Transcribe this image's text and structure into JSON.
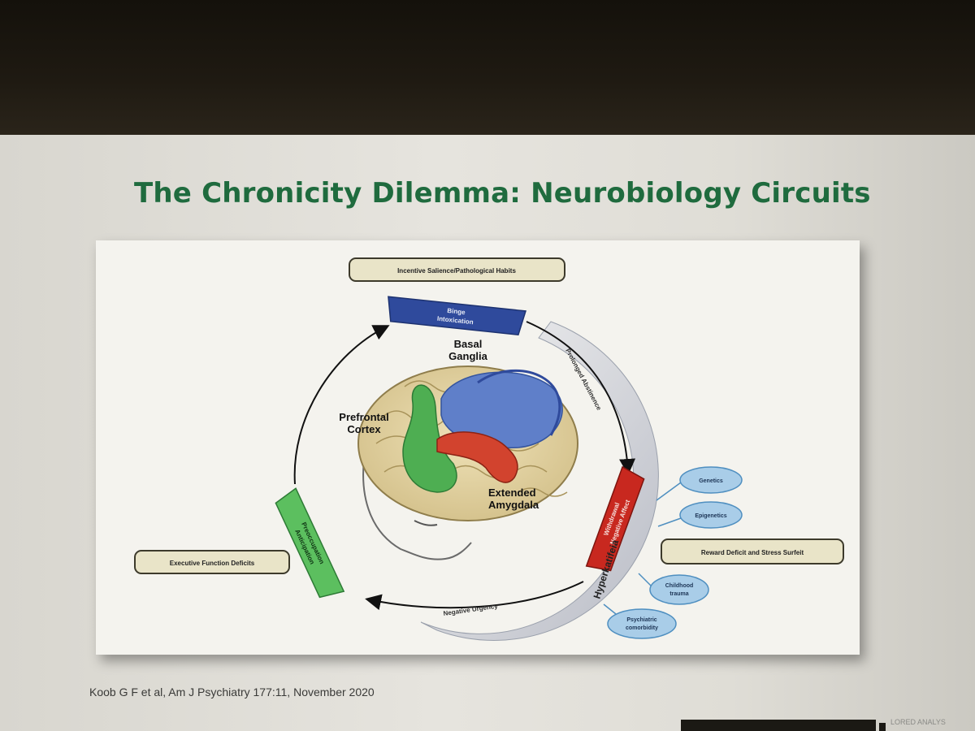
{
  "slide": {
    "title": "The Chronicity Dilemma: Neurobiology Circuits",
    "citation": "Koob G F et al, Am J Psychiatry 177:11, November 2020"
  },
  "diagram": {
    "top_box": "Incentive Salience/Pathological Habits",
    "left_box": "Executive Function Deficits",
    "right_box": "Reward Deficit and Stress Surfeit",
    "stage_top": {
      "line1": "Binge",
      "line2": "Intoxication"
    },
    "stage_right": {
      "line1": "Withdrawal",
      "line2": "Negative Affect"
    },
    "stage_left": {
      "line1": "Preoccupation",
      "line2": "Anticipation"
    },
    "arrow_right_label": "Prolonged Abstinence",
    "arrow_bottom_label": "Negative Urgency",
    "hyperkatifeia": "Hyperkatifeia",
    "brain": {
      "basal_ganglia": {
        "line1": "Basal",
        "line2": "Ganglia"
      },
      "prefrontal": {
        "line1": "Prefrontal",
        "line2": "Cortex"
      },
      "amygdala": {
        "line1": "Extended",
        "line2": "Amygdala"
      }
    },
    "factors": {
      "genetics": "Genetics",
      "epigenetics": "Epigenetics",
      "trauma": {
        "line1": "Childhood",
        "line2": "trauma"
      },
      "psychiatric": {
        "line1": "Psychiatric",
        "line2": "comorbidity"
      }
    },
    "colors": {
      "stage_top": "#2f4a9c",
      "stage_right": "#c8281f",
      "stage_left": "#3fa64a",
      "box_fill": "#e9e4c8",
      "factor_fill": "#a9cde8",
      "title_green": "#1f6b3e"
    }
  },
  "footer": {
    "corner_text": "LORED ANALYS"
  }
}
